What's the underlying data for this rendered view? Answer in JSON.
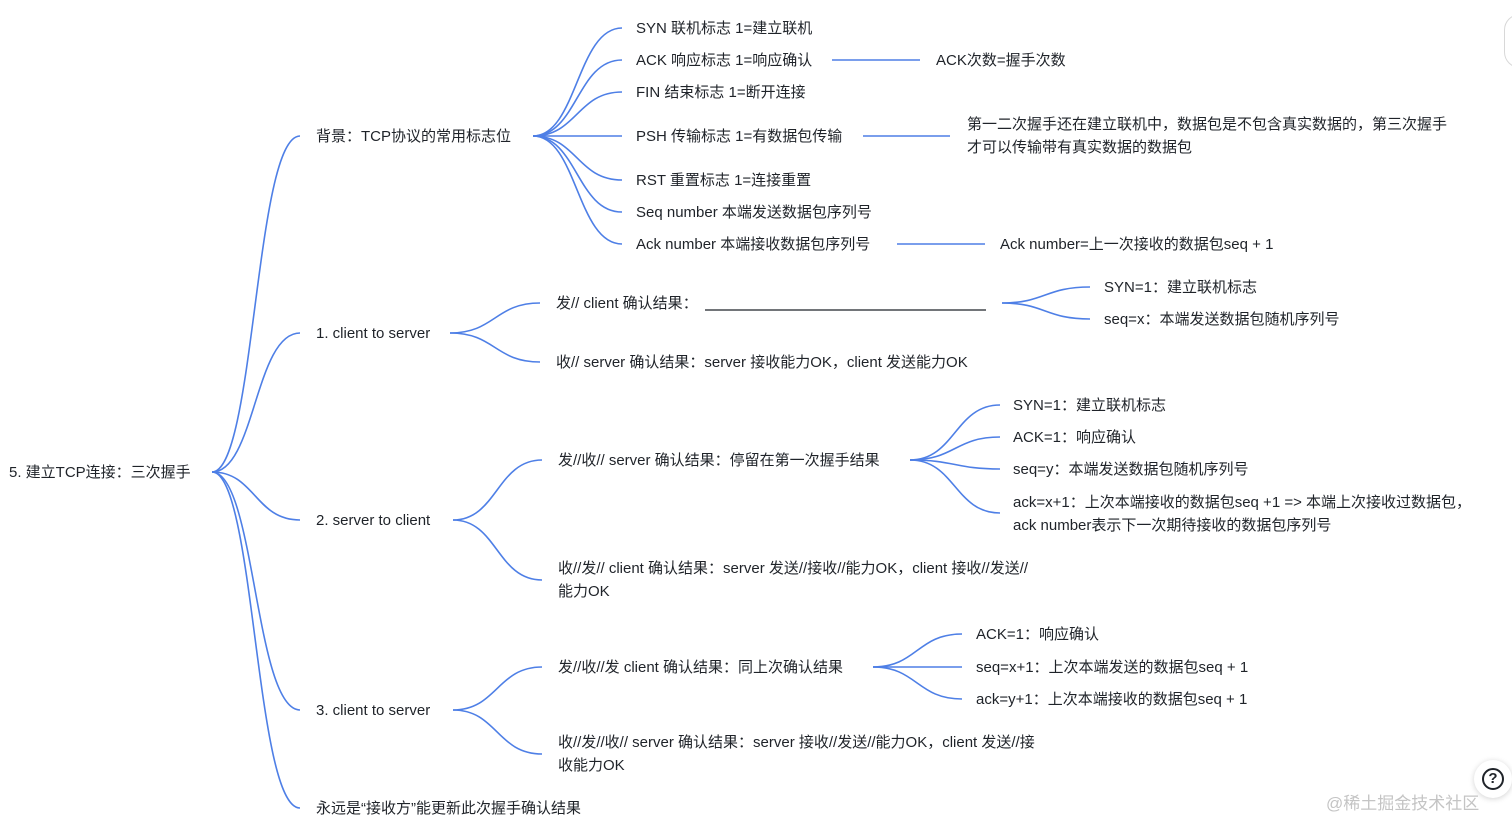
{
  "mindmap": {
    "root": "5. 建立TCP连接：三次握手",
    "background": {
      "label": "背景：TCP协议的常用标志位",
      "syn": "SYN 联机标志 1=建立联机",
      "ack": "ACK 响应标志 1=响应确认",
      "ack_note": "ACK次数=握手次数",
      "fin": "FIN 结束标志 1=断开连接",
      "psh": "PSH 传输标志 1=有数据包传输",
      "psh_note": "第一二次握手还在建立联机中，数据包是不包含真实数据的，第三次握手才可以传输带有真实数据的数据包",
      "rst": "RST 重置标志 1=连接重置",
      "seq_number": "Seq number 本端发送数据包序列号",
      "ack_number": "Ack number 本端接收数据包序列号",
      "ack_number_note": "Ack number=上一次接收的数据包seq + 1"
    },
    "step1": {
      "label": "1. client to server",
      "send": "发// client 确认结果：",
      "send_syn": "SYN=1：建立联机标志",
      "send_seq": "seq=x：本端发送数据包随机序列号",
      "recv": "收// server 确认结果：server 接收能力OK，client 发送能力OK"
    },
    "step2": {
      "label": "2. server to client",
      "send": "发//收// server 确认结果：停留在第一次握手结果",
      "syn": "SYN=1：建立联机标志",
      "ack": "ACK=1：响应确认",
      "seq": "seq=y：本端发送数据包随机序列号",
      "ack_num": "ack=x+1：上次本端接收的数据包seq +1 => 本端上次接收过数据包，ack number表示下一次期待接收的数据包序列号",
      "recv": "收//发// client 确认结果：server 发送//接收//能力OK，client 接收//发送//能力OK"
    },
    "step3": {
      "label": "3. client to server",
      "send": "发//收//发 client 确认结果：同上次确认结果",
      "ack": "ACK=1：响应确认",
      "seq": "seq=x+1：上次本端发送的数据包seq + 1",
      "ack_num": "ack=y+1：上次本端接收的数据包seq + 1",
      "recv": "收//发//收// server 确认结果：server 接收//发送//能力OK，client 发送//接收能力OK"
    },
    "conclusion": "永远是“接收方”能更新此次握手确认结果"
  },
  "help_icon": "question-mark-icon",
  "watermark": "@稀土掘金技术社区",
  "colors": {
    "link": "#4e7fe6",
    "text": "#1f2329",
    "watermark": "#c4c4c4"
  }
}
